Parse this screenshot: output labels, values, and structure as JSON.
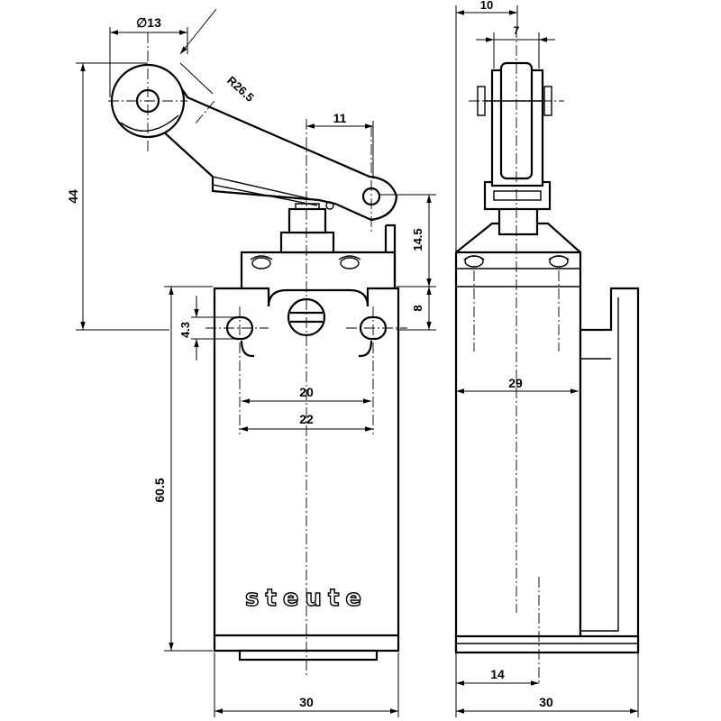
{
  "dimensions": {
    "roller_diameter": "∅13",
    "lever_radius": "R26.5",
    "lever_offset": "11",
    "total_height": "44",
    "actuator_height": "14.5",
    "top_offset": "8",
    "hole_diameter": "4.3",
    "hole_spacing_inner": "20",
    "hole_spacing_outer": "22",
    "body_height": "60.5",
    "front_width": "30",
    "side_width_top": "10",
    "roller_width": "7",
    "side_depth": "29",
    "side_offset": "14",
    "side_width": "30"
  },
  "brand": "steute"
}
